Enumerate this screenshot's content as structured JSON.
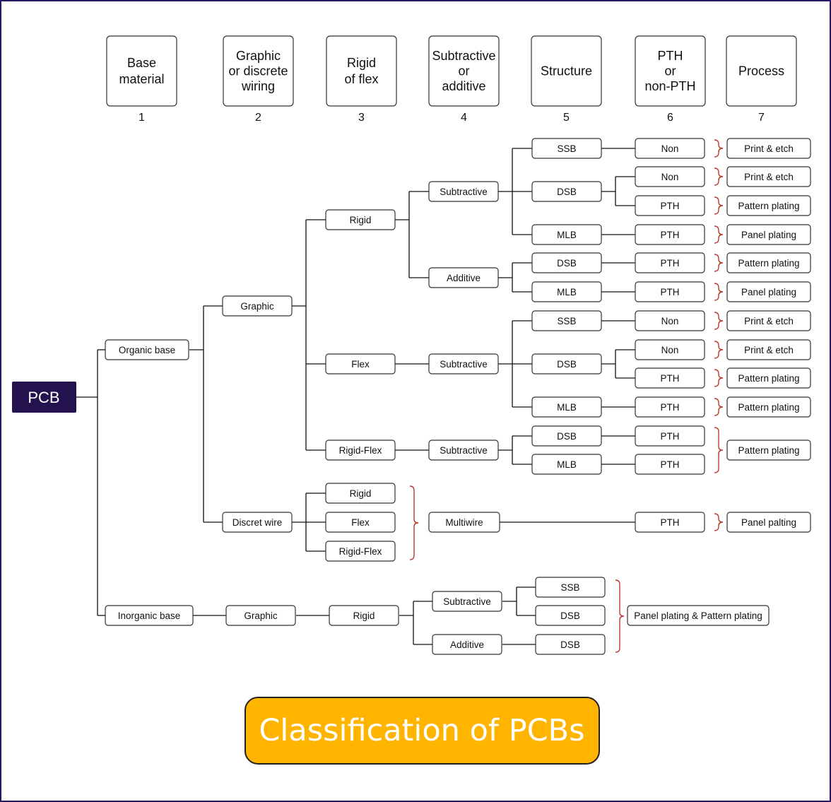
{
  "columns": [
    {
      "label": [
        "Base",
        "material"
      ],
      "number": "1"
    },
    {
      "label": [
        "Graphic",
        "or discrete",
        "wiring"
      ],
      "number": "2"
    },
    {
      "label": [
        "Rigid",
        "of flex"
      ],
      "number": "3"
    },
    {
      "label": [
        "Subtractive",
        "or",
        "additive"
      ],
      "number": "4"
    },
    {
      "label": [
        "Structure"
      ],
      "number": "5"
    },
    {
      "label": [
        "PTH",
        "or",
        "non-PTH"
      ],
      "number": "6"
    },
    {
      "label": [
        "Process"
      ],
      "number": "7"
    }
  ],
  "root": "PCB",
  "nodes": {
    "organic_base": "Organic base",
    "inorganic_base": "Inorganic base",
    "graphic": "Graphic",
    "discret_wire": "Discret wire",
    "rigid": "Rigid",
    "flex": "Flex",
    "rigid_flex": "Rigid-Flex",
    "subtractive": "Subtractive",
    "additive": "Additive",
    "multiwire": "Multiwire",
    "ssb": "SSB",
    "dsb": "DSB",
    "mlb": "MLB",
    "non": "Non",
    "pth": "PTH",
    "print_etch": "Print & etch",
    "pattern_plating": "Pattern plating",
    "panel_plating": "Panel plating",
    "panel_palting": "Panel palting",
    "panel_and_pattern": "Panel plating & Pattern plating"
  },
  "title": "Classification of PCBs",
  "colors": {
    "root_fill": "#23124e",
    "title_fill": "#ffb400",
    "brace": "#c0392b",
    "frame": "#2a1a66"
  }
}
